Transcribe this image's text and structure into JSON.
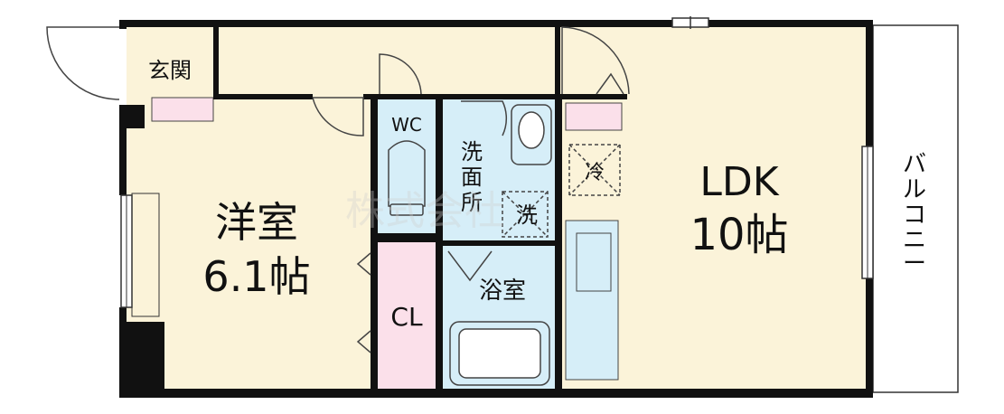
{
  "rooms": {
    "genkan": "玄関",
    "wc": "WC",
    "washroom": [
      "洗",
      "面",
      "所"
    ],
    "washer": "洗",
    "fridge": "冷",
    "youshitsu_name": "洋室",
    "youshitsu_size": "6.1帖",
    "bath": "浴室",
    "closet": "CL",
    "ldk_name": "LDK",
    "ldk_size": "10帖",
    "balcony": [
      "バ",
      "ル",
      "コ",
      "ニ",
      "ー"
    ]
  },
  "watermark": "株式会社",
  "colors": {
    "floor_wood": "#FBF3D9",
    "wet_area": "#D6EEF8",
    "storage_pink": "#FBE0EA",
    "wall": "#111111"
  }
}
